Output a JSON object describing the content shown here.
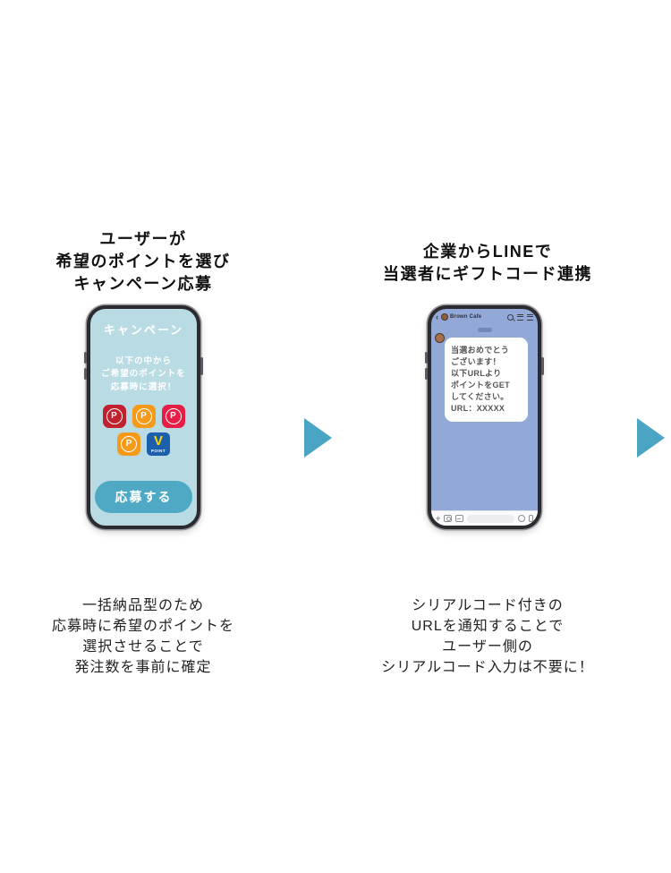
{
  "colors": {
    "accent_teal": "#4aa5c4",
    "campaign_screen_bg": "#b9dbe3",
    "apply_button_bg": "#4fa9c4",
    "line_chat_bg": "#92a9d8",
    "badge_red": "#c1202d",
    "badge_orange": "#f59a19",
    "badge_crimson": "#e61e46",
    "vpoint_blue": "#1c5fad",
    "vpoint_yellow": "#ffd800"
  },
  "step1": {
    "title": "ユーザーが\n希望のポイントを選び\nキャンペーン応募",
    "phone": {
      "header": "キャンペーン",
      "body": "以下の中から\nご希望のポイントを\n応募時に選択！",
      "badges": [
        {
          "label": "P"
        },
        {
          "label": "P"
        },
        {
          "label": "P"
        },
        {
          "label": "P"
        }
      ],
      "vpoint": {
        "v": "V",
        "label": "POINT"
      },
      "apply_button": "応募する"
    },
    "caption": "一括納品型のため\n応募時に希望のポイントを\n選択させることで\n発注数を事前に確定"
  },
  "step2": {
    "title": "企業からLINEで\n当選者にギフトコード連携",
    "phone": {
      "back_icon": "‹",
      "chat_title": "Brown Cafe",
      "message": "当選おめでとう\nございます！\n以下URLより\nポイントをGET\nしてください。\nURL：XXXXX",
      "plus_icon": "+"
    },
    "caption": "シリアルコード付きの\nURLを通知することで\nユーザー側の\nシリアルコード入力は不要に！"
  }
}
